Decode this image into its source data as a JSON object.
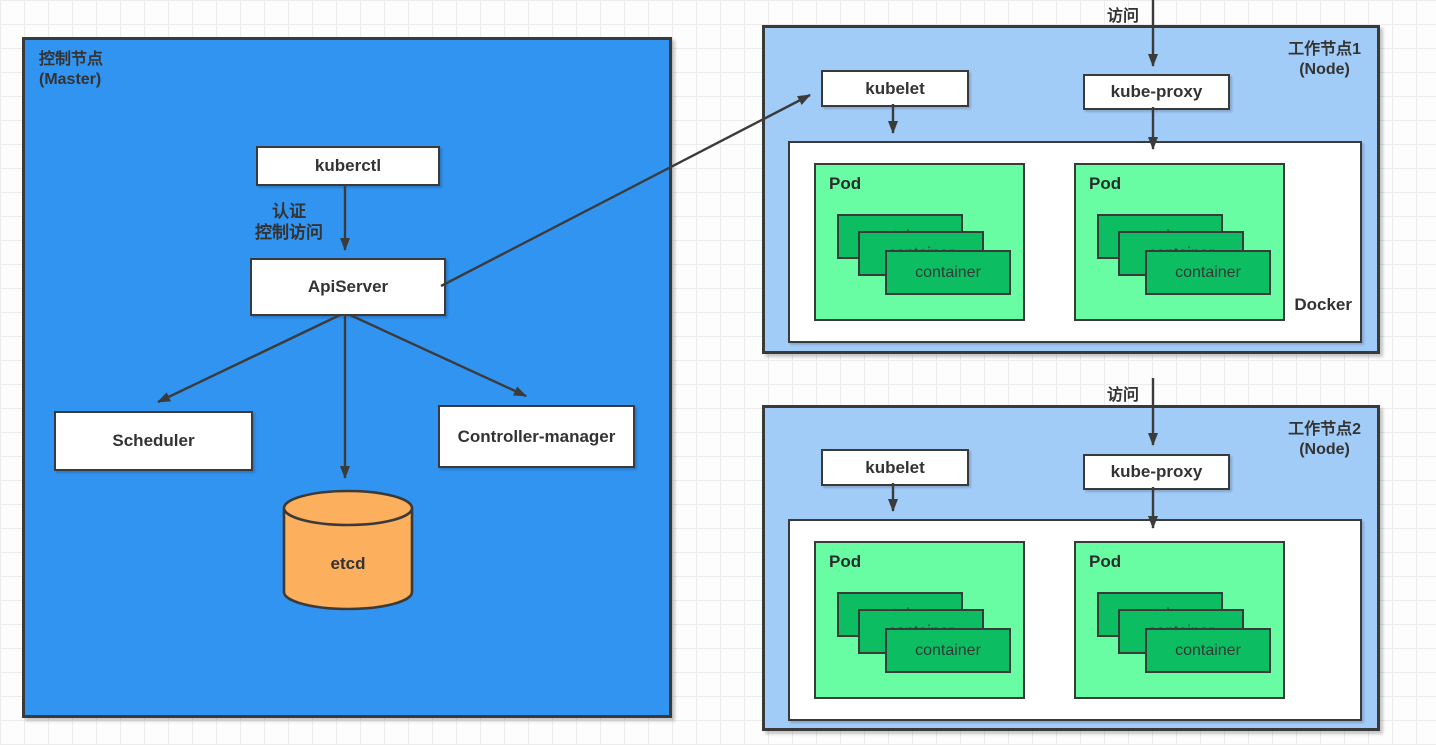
{
  "labels": {
    "master_title1": "控制节点",
    "master_title2": "(Master)",
    "kuberctl": "kuberctl",
    "auth_line1": "认证",
    "auth_line2": "控制访问",
    "apiserver": "ApiServer",
    "scheduler": "Scheduler",
    "controller_manager": "Controller-manager",
    "etcd": "etcd",
    "access": "访问",
    "node1_title1": "工作节点1",
    "node1_title2": "(Node)",
    "node2_title1": "工作节点2",
    "node2_title2": "(Node)",
    "kubelet": "kubelet",
    "kube_proxy": "kube-proxy",
    "docker": "Docker",
    "pod": "Pod",
    "container": "container"
  },
  "colors": {
    "master_fill": "#3294f1",
    "node_fill": "#a2ccf8",
    "pod_fill": "#68fca3",
    "container_fill": "#0dbd62",
    "etcd_fill": "#fcb05e",
    "border": "#3a3a3a",
    "text": "#333333"
  }
}
